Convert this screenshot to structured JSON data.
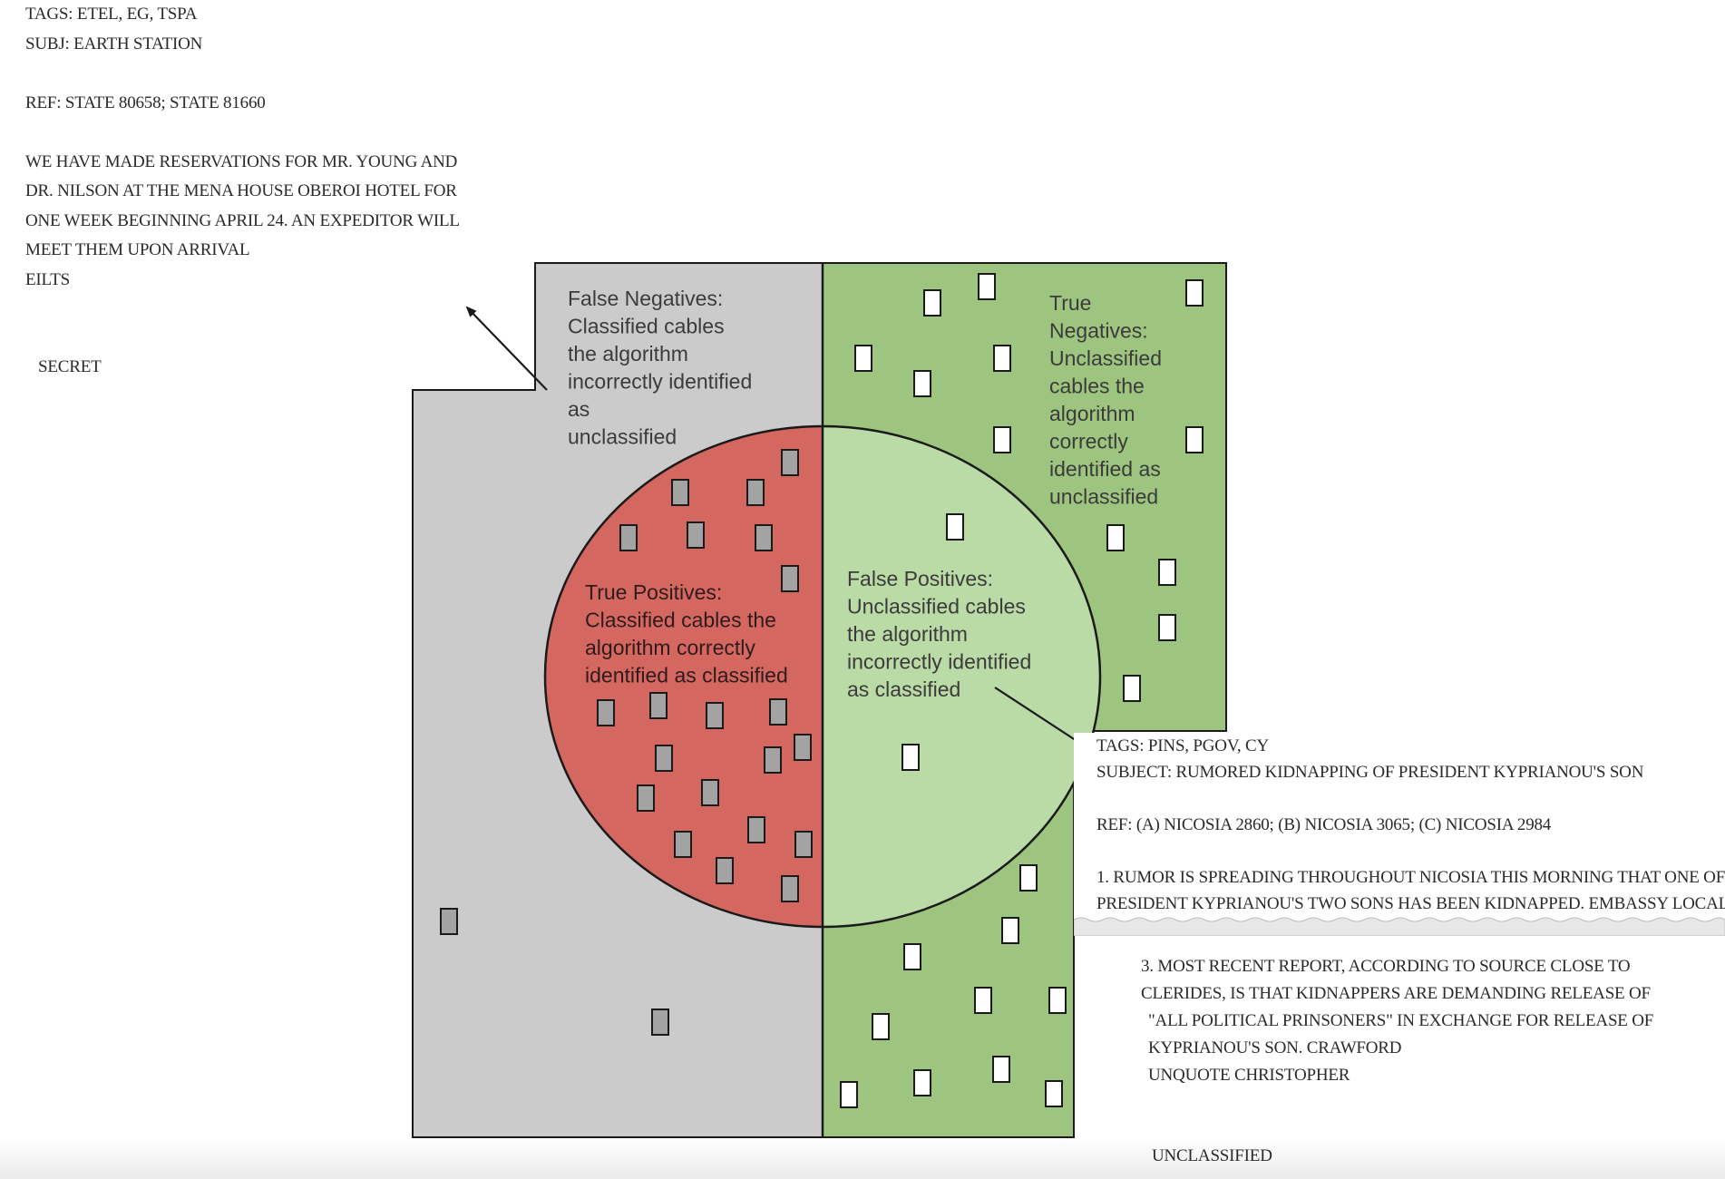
{
  "cable_top": {
    "lines": [
      "TAGS: ETEL, EG, TSPA",
      "SUBJ: EARTH STATION",
      "",
      "REF: STATE 80658; STATE 81660",
      "",
      "WE HAVE MADE RESERVATIONS FOR MR. YOUNG AND",
      "DR. NILSON AT THE MENA HOUSE OBEROI HOTEL FOR",
      "ONE WEEK BEGINNING APRIL 24. AN EXPEDITOR WILL",
      "MEET THEM UPON ARRIVAL",
      "EILTS"
    ],
    "classification": "SECRET"
  },
  "cable_bottom": {
    "lines": [
      "TAGS: PINS, PGOV, CY",
      "SUBJECT: RUMORED KIDNAPPING OF PRESIDENT KYPRIANOU'S SON",
      "",
      "REF: (A) NICOSIA 2860; (B) NICOSIA 3065; (C) NICOSIA 2984",
      "",
      "1. RUMOR IS SPREADING THROUGHOUT NICOSIA THIS MORNING THAT ONE OF",
      "PRESIDENT KYPRIANOU'S TWO SONS HAS BEEN KIDNAPPED.  EMBASSY LOCAL"
    ],
    "continuation": [
      "3. MOST RECENT REPORT, ACCORDING TO SOURCE CLOSE TO",
      "CLERIDES, IS THAT KIDNAPPERS ARE DEMANDING RELEASE OF",
      "\"ALL POLITICAL PRINSONERS\" IN EXCHANGE FOR RELEASE OF",
      "KYPRIANOU'S SON.  CRAWFORD",
      "UNQUOTE CHRISTOPHER"
    ],
    "classification": "UNCLASSIFIED"
  },
  "diagram": {
    "false_negatives": [
      "False Negatives:",
      "Classified cables",
      "the algorithm",
      "incorrectly identified",
      "as",
      "unclassified"
    ],
    "true_negatives": [
      "True",
      "Negatives:",
      "Unclassified",
      "cables the",
      "algorithm",
      "correctly",
      "identified as",
      "unclassified"
    ],
    "true_positives": [
      "True Positives:",
      "Classified cables the",
      "algorithm correctly",
      "identified as classified"
    ],
    "false_positives": [
      "False Positives:",
      "Unclassified cables",
      "the algorithm",
      "incorrectly identified",
      "as classified"
    ],
    "colors": {
      "classified_region": "#cbcbcb",
      "unclassified_region": "#9dc57f",
      "true_positive": "#d56761",
      "false_positive": "#badaa6",
      "classified_marker": "#a3a3a3",
      "unclassified_marker": "#ffffff",
      "outline": "#1a1a1a",
      "label_dark": "#3b3b3b",
      "label_red": "#2e1b1b"
    },
    "marker_icons": {
      "classified": "gray-document-icon",
      "unclassified": "white-document-icon"
    }
  }
}
